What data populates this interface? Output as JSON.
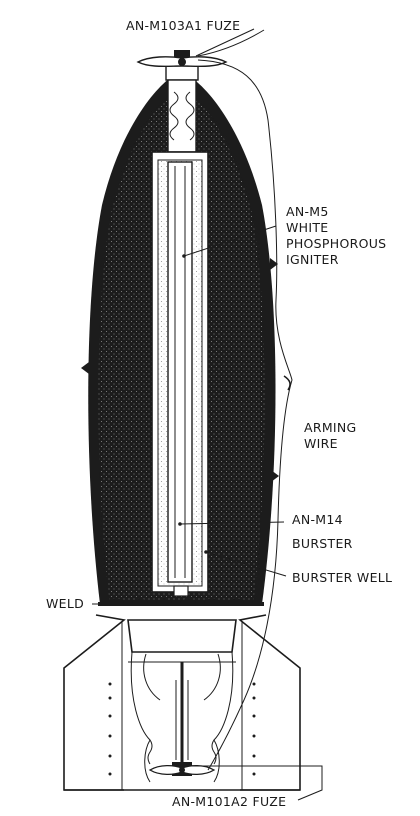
{
  "labels": {
    "nose_fuze": "AN-M103A1 FUZE",
    "igniter_line1": "AN-M5",
    "igniter_line2": "WHITE",
    "igniter_line3": "PHOSPHOROUS",
    "igniter_line4": "IGNITER",
    "arming_line1": "ARMING",
    "arming_line2": "WIRE",
    "burster_line1": "AN-M14",
    "burster_line2": "BURSTER",
    "burster_well": "BURSTER WELL",
    "weld": "WELD",
    "tail_fuze": "AN-M101A2 FUZE"
  },
  "colors": {
    "ink": "#1c1c1c",
    "fill_dots": "#9a9a9a",
    "paper": "#ffffff"
  }
}
